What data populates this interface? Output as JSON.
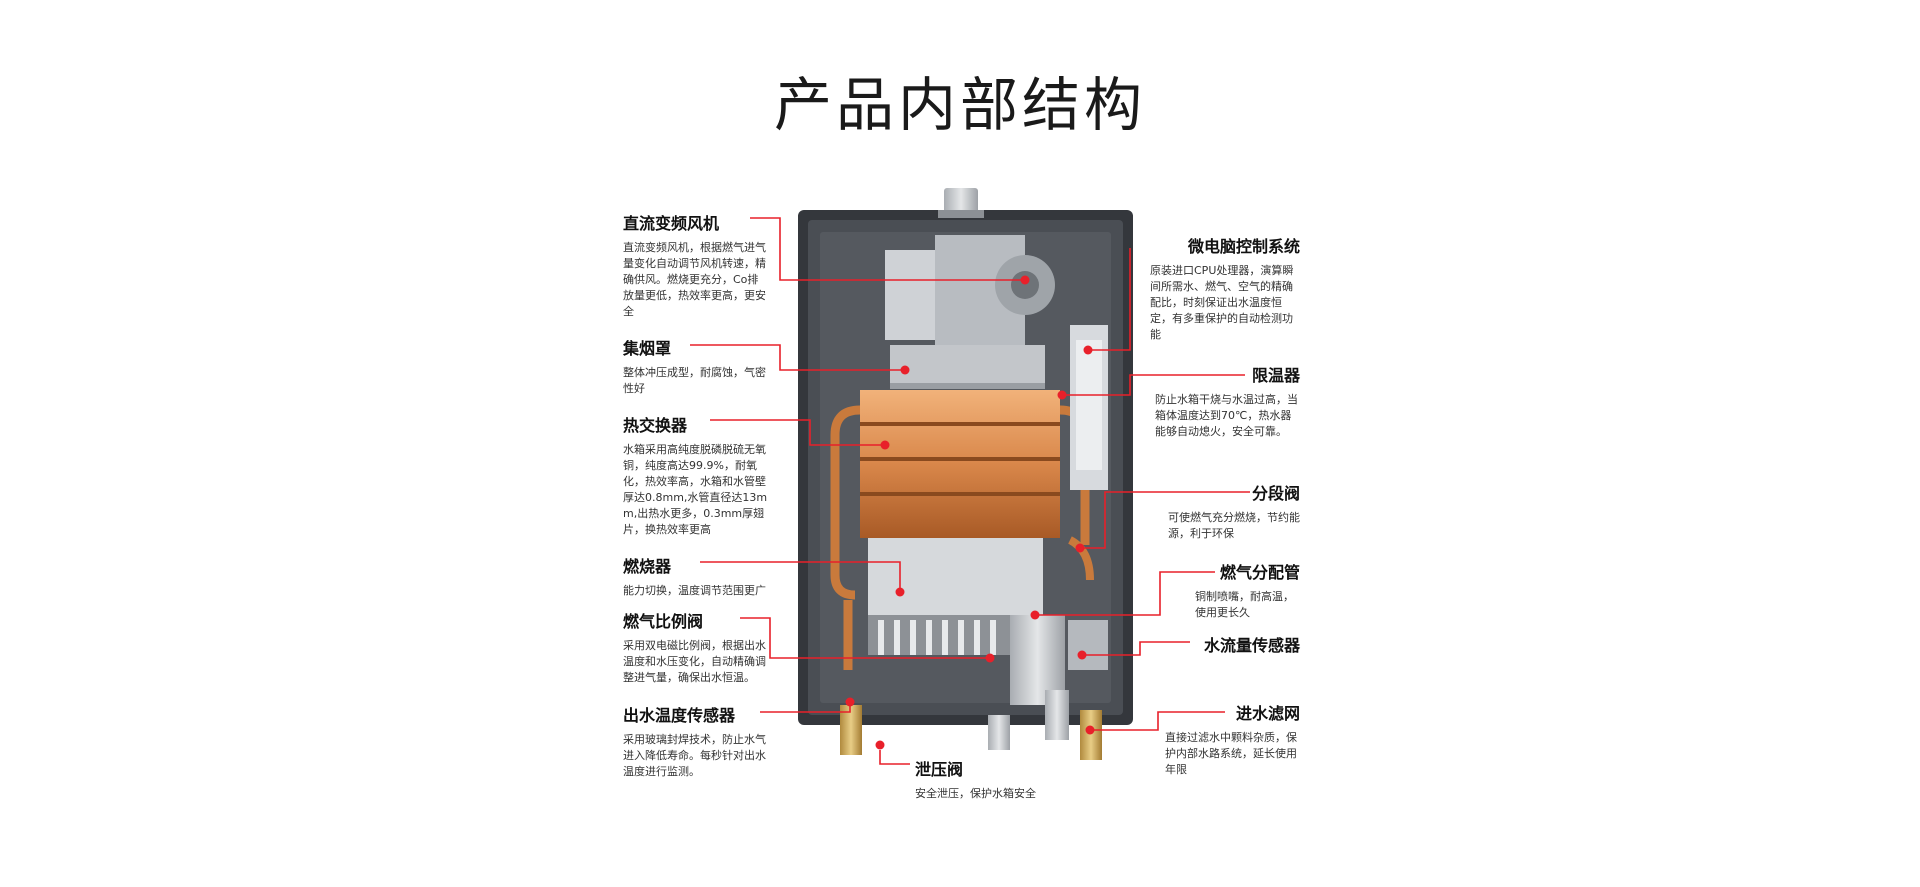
{
  "page_title": "产品内部结构",
  "components_left": [
    {
      "name": "直流变频风机",
      "desc": "直流变频风机，根据燃气进气量变化自动调节风机转速，精确供风。燃烧更充分，Co排放量更低，热效率更高，更安全"
    },
    {
      "name": "集烟罩",
      "desc": "整体冲压成型，耐腐蚀，气密性好"
    },
    {
      "name": "热交换器",
      "desc": "水箱采用高纯度脱磷脱硫无氧铜，纯度高达99.9%，耐氧化，热效率高，水箱和水管壁厚达0.8mm,水管直径达13mm,出热水更多，0.3mm厚翅片，换热效率更高"
    },
    {
      "name": "燃烧器",
      "desc": "能力切换，温度调节范围更广"
    },
    {
      "name": "燃气比例阀",
      "desc": "采用双电磁比例阀，根据出水温度和水压变化，自动精确调整进气量，确保出水恒温。"
    },
    {
      "name": "出水温度传感器",
      "desc": "采用玻璃封焊技术，防止水气进入降低寿命。每秒针对出水温度进行监测。"
    }
  ],
  "components_bottom": [
    {
      "name": "泄压阀",
      "desc": "安全泄压，保护水箱安全"
    }
  ],
  "components_right": [
    {
      "name": "微电脑控制系统",
      "desc": "原装进口CPU处理器，演算瞬间所需水、燃气、空气的精确配比，时刻保证出水温度恒定，有多重保护的自动检测功能"
    },
    {
      "name": "限温器",
      "desc": "防止水箱干烧与水温过高，当箱体温度达到70℃，热水器能够自动熄火，安全可靠。"
    },
    {
      "name": "分段阀",
      "desc": "可使燃气充分燃烧，节约能源，利于环保"
    },
    {
      "name": "燃气分配管",
      "desc": "铜制喷嘴，耐高温，使用更长久"
    },
    {
      "name": "水流量传感器",
      "desc": ""
    },
    {
      "name": "进水滤网",
      "desc": "直接过滤水中颗料杂质，保护内部水路系统，延长使用年限"
    }
  ],
  "colors": {
    "callout_line": "#e8202a",
    "case": "#3a3d42",
    "case_inner": "#4c5056",
    "copper": "#d9874a",
    "copper_dark": "#a85a26",
    "steel": "#c9ccd0"
  }
}
